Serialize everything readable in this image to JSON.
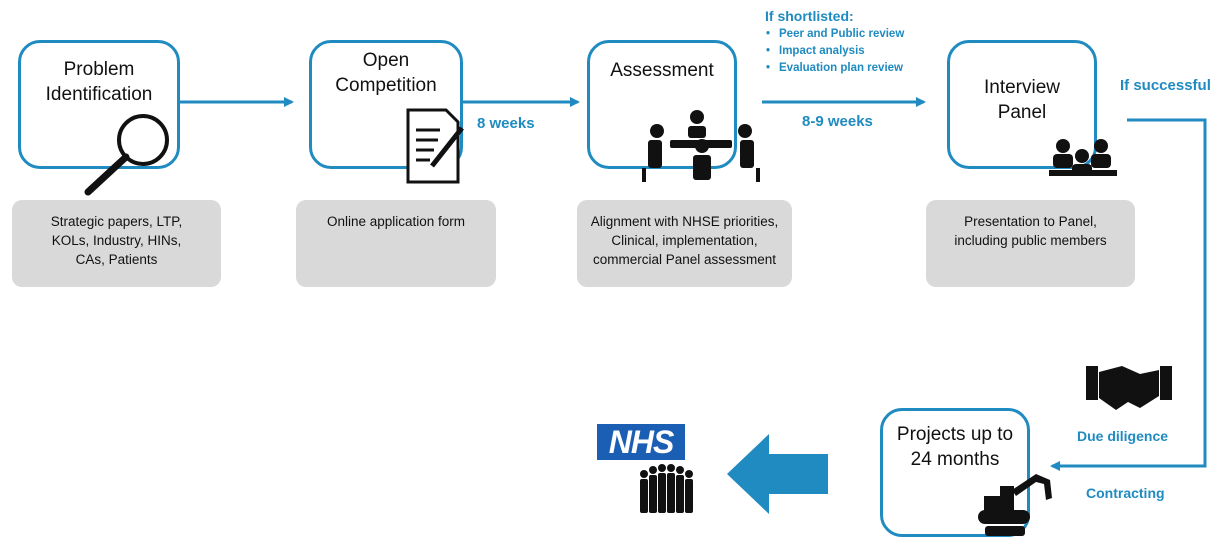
{
  "steps": [
    {
      "title_line1": "Problem",
      "title_line2": "Identification",
      "note_lines": [
        "Strategic papers, LTP,",
        "KOLs, Industry, HINs,",
        "CAs, Patients"
      ],
      "icon": "magnifier-icon"
    },
    {
      "title_line1": "Open",
      "title_line2": "Competition",
      "note_lines": [
        "Online application form"
      ],
      "icon": "document-pen-icon"
    },
    {
      "title_line1": "Assessment",
      "title_line2": "",
      "note_lines": [
        "Alignment with NHSE priorities,",
        "Clinical, implementation,",
        "commercial Panel assessment"
      ],
      "icon": "meeting-table-icon"
    },
    {
      "title_line1": "Interview",
      "title_line2": "Panel",
      "note_lines": [
        "Presentation to Panel,",
        "including public members"
      ],
      "icon": "interview-panel-icon"
    },
    {
      "title_line1": "Projects up to",
      "title_line2": "24 months",
      "note_lines": [],
      "icon": "excavator-icon"
    }
  ],
  "connectors": {
    "open_to_assessment": "8 weeks",
    "assessment_to_interview": "8-9 weeks",
    "if_successful": "If successful",
    "due_diligence": "Due diligence",
    "contracting": "Contracting"
  },
  "shortlist": {
    "heading": "If shortlisted:",
    "items": [
      "Peer and Public review",
      "Impact analysis",
      "Evaluation plan review"
    ]
  },
  "logo": {
    "text": "NHS",
    "color": "#1a5fb4"
  },
  "colors": {
    "accent": "#1f8bc0",
    "grey_box": "#d9d9d9",
    "icon": "#111111"
  },
  "icons": [
    "magnifier-icon",
    "document-pen-icon",
    "meeting-table-icon",
    "interview-panel-icon",
    "handshake-icon",
    "excavator-icon",
    "big-left-arrow-icon",
    "crowd-icon"
  ]
}
